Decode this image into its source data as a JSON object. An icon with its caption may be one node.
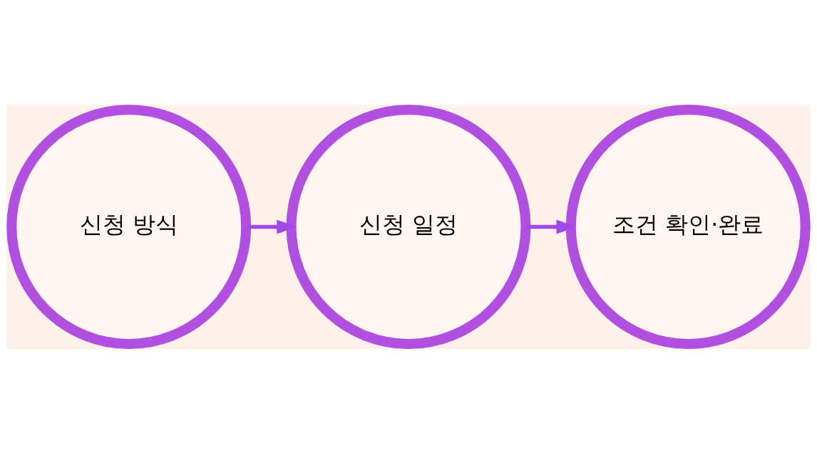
{
  "diagram": {
    "nodes": [
      {
        "text": [
          "신청 방식"
        ]
      },
      {
        "text": [
          "신청 일정"
        ]
      },
      {
        "text": [
          "조건 확인·완료"
        ]
      }
    ],
    "edges": [
      {
        "from": 0,
        "to": 1,
        "arrow": "to"
      },
      {
        "from": 1,
        "to": 2,
        "arrow": "to"
      }
    ]
  }
}
